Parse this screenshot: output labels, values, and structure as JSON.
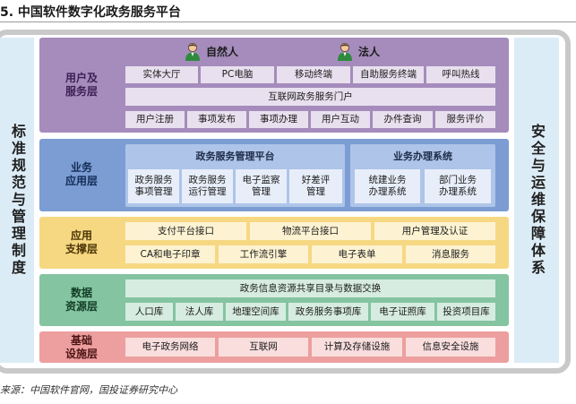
{
  "caption": "5. 中国软件数字化政务服务平台",
  "source": "来源：中国软件官网，国投证券研究中心",
  "left_side": "标准规范与管理制度",
  "right_side": "安全与运维保障体系",
  "colors": {
    "purple": "#a58cbc",
    "blue": "#7b9dd3",
    "yellow": "#f7d882",
    "green": "#84c4a1",
    "red": "#ec9f9e"
  },
  "layers": {
    "user": {
      "label": "用户及\n服务层",
      "persons": [
        "自然人",
        "法人"
      ],
      "row1": [
        "实体大厅",
        "PC电脑",
        "移动终端",
        "自助服务终端",
        "呼叫热线"
      ],
      "portal": "互联网政务服务门户",
      "row3": [
        "用户注册",
        "事项发布",
        "事项办理",
        "用户互动",
        "办件查询",
        "服务评价"
      ]
    },
    "business": {
      "label": "业务\n应用层",
      "mgmt_title": "政务服务管理平台",
      "mgmt_items": [
        "政务服务\n事项管理",
        "政务服务\n运行管理",
        "电子监察\n管理",
        "好差评\n管理"
      ],
      "proc_title": "业务办理系统",
      "proc_items": [
        "统建业务\n办理系统",
        "部门业务\n办理系统"
      ]
    },
    "support": {
      "label": "应用\n支撑层",
      "row1": [
        "支付平台接口",
        "物流平台接口",
        "用户管理及认证"
      ],
      "row2": [
        "CA和电子印章",
        "工作流引擎",
        "电子表单",
        "消息服务"
      ]
    },
    "data": {
      "label": "数据\n资源层",
      "exchange": "政务信息资源共享目录与数据交换",
      "libs": [
        "人口库",
        "法人库",
        "地理空间库",
        "政务服务事项库",
        "电子证照库",
        "投资项目库"
      ]
    },
    "infra": {
      "label": "基础\n设施层",
      "items": [
        "电子政务网络",
        "互联网",
        "计算及存储设施",
        "信息安全设施"
      ]
    }
  }
}
